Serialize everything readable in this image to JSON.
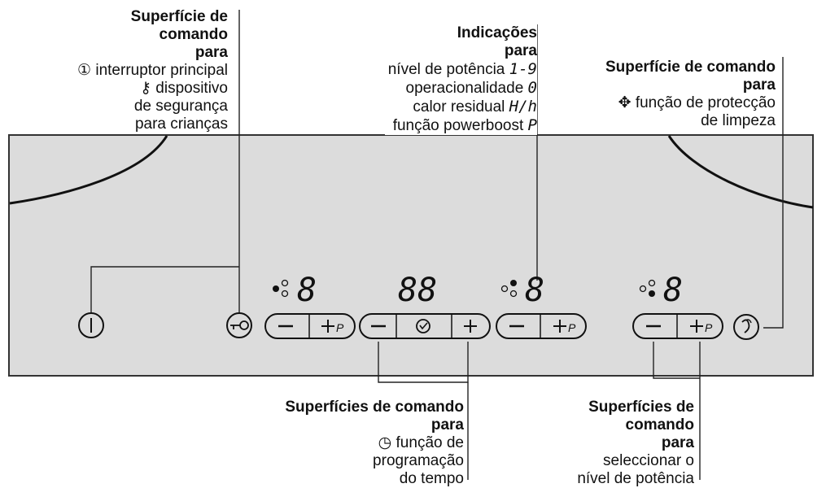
{
  "labels": {
    "top_left": {
      "title_lines": [
        "Superfície de",
        "comando",
        "para"
      ],
      "items": [
        "① interruptor principal",
        "⚷ dispositivo",
        "de segurança",
        "para crianças"
      ]
    },
    "top_middle": {
      "title_lines": [
        "Indicações",
        "para"
      ],
      "items": [
        "nível de potência",
        "operacionalidade",
        "calor residual",
        "função powerboost"
      ],
      "codes": [
        "1-9",
        "0",
        "H/h",
        "P"
      ]
    },
    "top_right": {
      "title_lines": [
        "Superfície de comando",
        "para"
      ],
      "items": [
        "função de protecção",
        "de limpeza"
      ]
    },
    "bottom_middle": {
      "title_lines": [
        "Superfícies de comando",
        "para"
      ],
      "items": [
        "função de",
        "programação",
        "do tempo"
      ]
    },
    "bottom_right": {
      "title_lines": [
        "Superfícies de",
        "comando",
        "para"
      ],
      "items": [
        "seleccionar o",
        "nível de potência"
      ]
    }
  },
  "panel": {
    "display_left": "8",
    "display_timer": "88",
    "display_mid": "8",
    "display_right": "8",
    "btn_minus": "−",
    "btn_plus": "+",
    "btn_plusp_p": "P"
  }
}
